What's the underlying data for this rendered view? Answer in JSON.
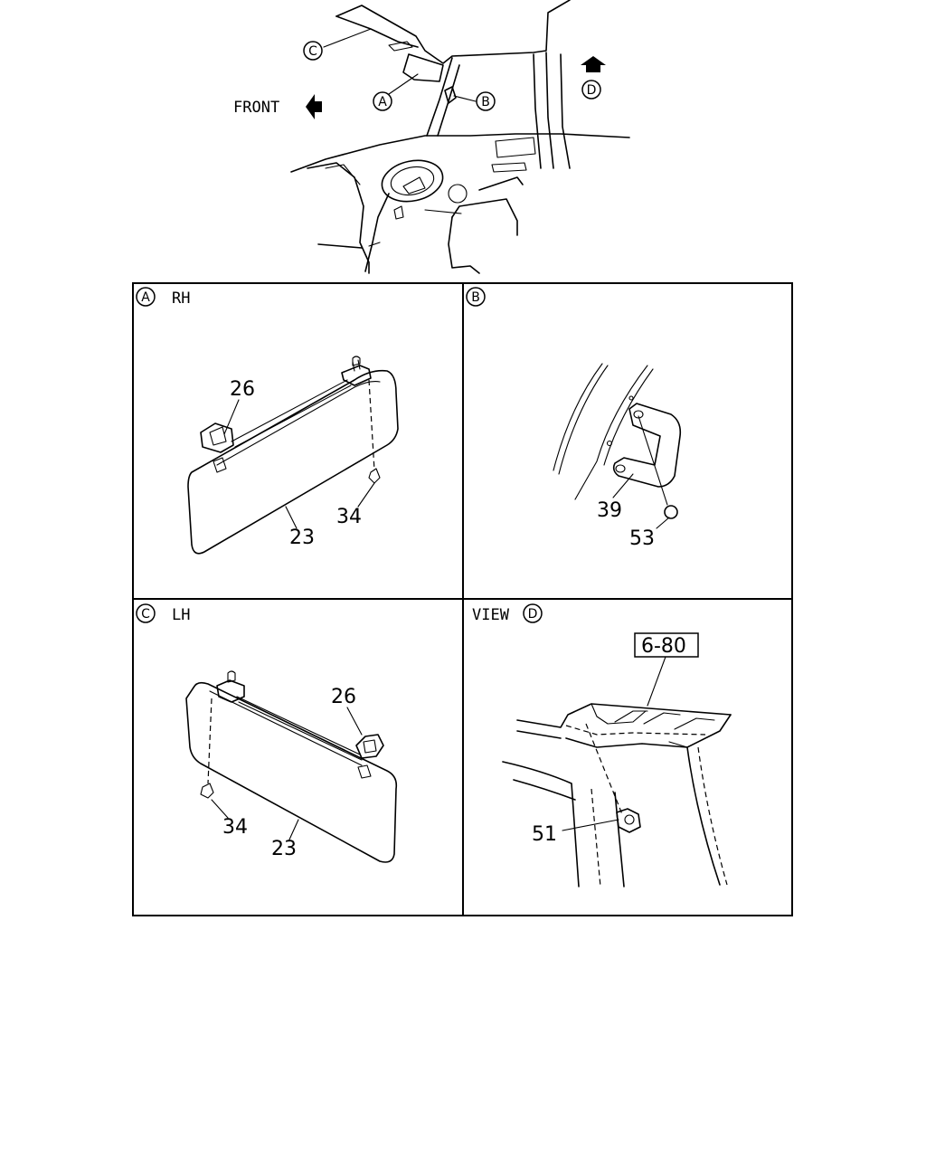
{
  "overview": {
    "front_label": "FRONT",
    "callouts": {
      "a": "A",
      "b": "B",
      "c": "C",
      "d": "D"
    }
  },
  "panels": {
    "a": {
      "letter": "A",
      "side": "RH",
      "parts": {
        "visor": "23",
        "holder": "26",
        "screw": "34"
      }
    },
    "b": {
      "letter": "B",
      "parts": {
        "bracket": "39",
        "screw": "53"
      }
    },
    "c": {
      "letter": "C",
      "side": "LH",
      "parts": {
        "visor": "23",
        "holder": "26",
        "screw": "34"
      }
    },
    "d": {
      "prefix": "VIEW",
      "letter": "D",
      "ref_box": "6-80",
      "parts": {
        "clip": "51"
      }
    }
  }
}
